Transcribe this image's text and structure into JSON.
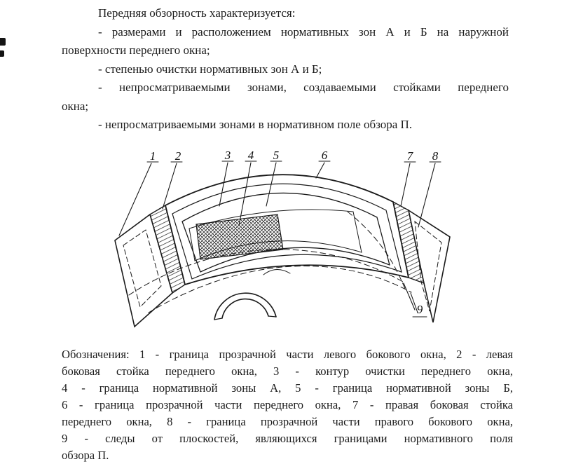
{
  "colors": {
    "ink": "#1a1a1a",
    "paper": "#ffffff"
  },
  "intro": {
    "lines": [
      "Передняя обзорность характеризуется:",
      "- размерами и расположением нормативных зон А и Б на наружной",
      "поверхности переднего окна;",
      "- степенью очистки нормативных зон А и Б;",
      "- непросматриваемыми зонами, создаваемыми стойками переднего",
      "окна;",
      "- непросматриваемыми зонами в нормативном поле обзора П."
    ]
  },
  "figure": {
    "callouts": [
      "1",
      "2",
      "3",
      "4",
      "5",
      "6",
      "7",
      "8",
      "9"
    ]
  },
  "legend": {
    "lines": [
      "Обозначения: 1 - граница прозрачной части левого бокового окна, 2 - левая",
      "боковая стойка переднего окна, 3 - контур очистки переднего окна,",
      "4 - граница нормативной зоны А, 5 - граница нормативной зоны Б,",
      "6 - граница прозрачной части переднего окна, 7 - правая боковая стойка",
      "переднего окна, 8 - граница прозрачной части правого бокового окна,",
      "9 - следы от плоскостей, являющихся границами нормативного поля",
      "обзора П."
    ]
  }
}
